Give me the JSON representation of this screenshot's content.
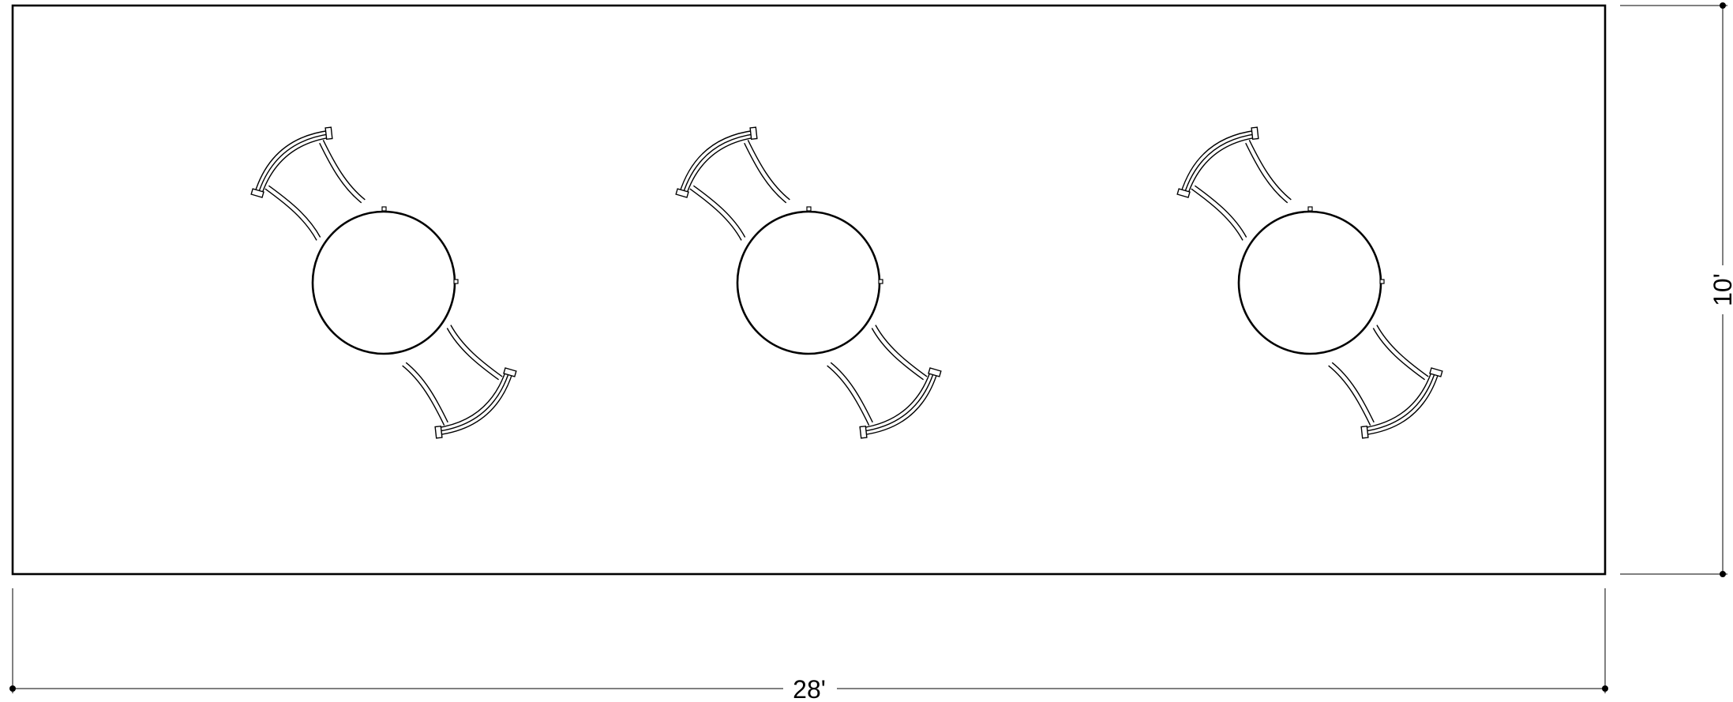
{
  "dimensions": {
    "width_label": "28'",
    "height_label": "10'"
  },
  "furniture": {
    "set_count": 3,
    "description_type": "round-table-with-two-chairs"
  }
}
